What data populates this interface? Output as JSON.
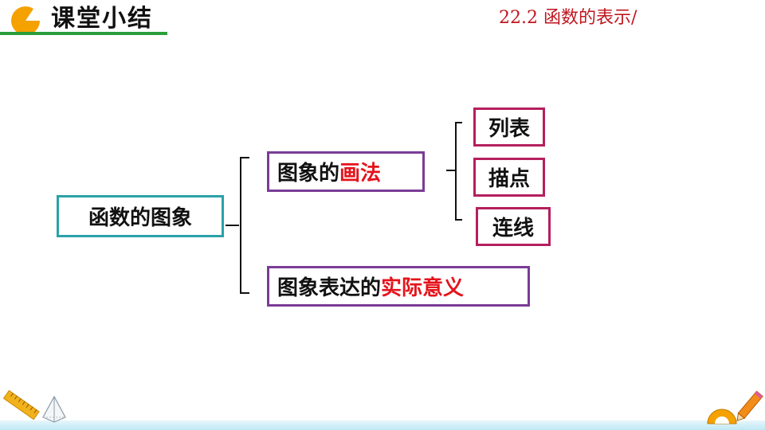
{
  "header": {
    "title": "课堂小结",
    "lesson_ref": "22.2  函数的表示/",
    "icons": [
      "pie-logo-icon"
    ]
  },
  "diagram": {
    "root": "函数的图象",
    "branch_drawing": {
      "prefix": "图象的",
      "highlight": "画法"
    },
    "branch_meaning": {
      "prefix": "图象表达的",
      "highlight": "实际意义"
    },
    "steps": [
      "列表",
      "描点",
      "连线"
    ]
  },
  "footer": {
    "icons": [
      "ruler-icon",
      "pyramid-icon",
      "protractor-pencil-icon"
    ]
  },
  "colors": {
    "accent_green": "#2a9d3a",
    "logo_orange": "#f5a100",
    "lesson_red": "#c0161e",
    "highlight_red": "#e5131b",
    "root_border": "#2aa1a8",
    "branch_border": "#7a3c96",
    "step_border": "#b51f5e"
  }
}
